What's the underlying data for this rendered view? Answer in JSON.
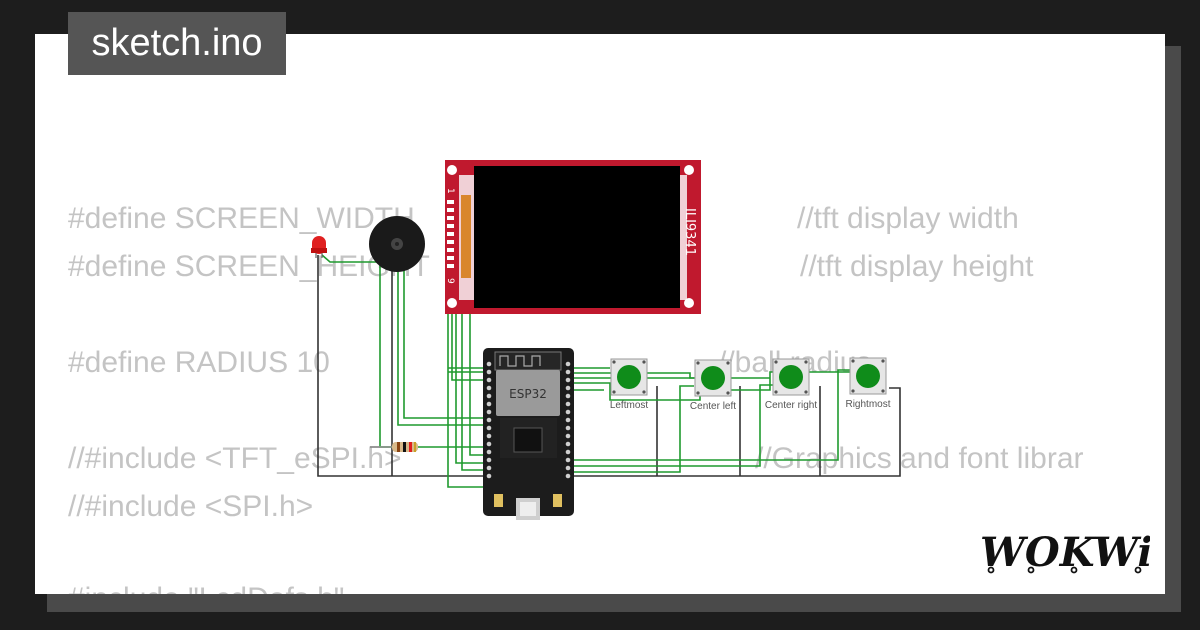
{
  "sketch_title": "sketch.ino",
  "code_lines": [
    {
      "code": "#define SCREEN_WIDTH",
      "comment": "//tft display width"
    },
    {
      "code": "#define SCREEN_HEIGHT",
      "comment": "//tft display height"
    },
    {
      "code": "#define RADIUS 10",
      "comment": "//ball radius"
    },
    {
      "code": "//#include <TFT_eSPI.h>",
      "comment": "//Graphics and font librar"
    },
    {
      "code": "//#include <SPI.h>",
      "comment": ""
    },
    {
      "code": "#include \"LcdDefs.h\"",
      "comment": ""
    }
  ],
  "display": {
    "label": "ILI9341",
    "pin_start": "1",
    "pin_end": "9"
  },
  "mcu": {
    "label": "ESP32"
  },
  "buttons": [
    {
      "label": "Leftmost"
    },
    {
      "label": "Center left"
    },
    {
      "label": "Center right"
    },
    {
      "label": "Rightmost"
    }
  ],
  "logo_text": "WOKWi",
  "colors": {
    "wire_green": "#1f9a2e",
    "wire_black": "#333333",
    "pcb_red": "#c0192e",
    "button_green": "#0f8c1a",
    "led_red": "#e02020"
  }
}
